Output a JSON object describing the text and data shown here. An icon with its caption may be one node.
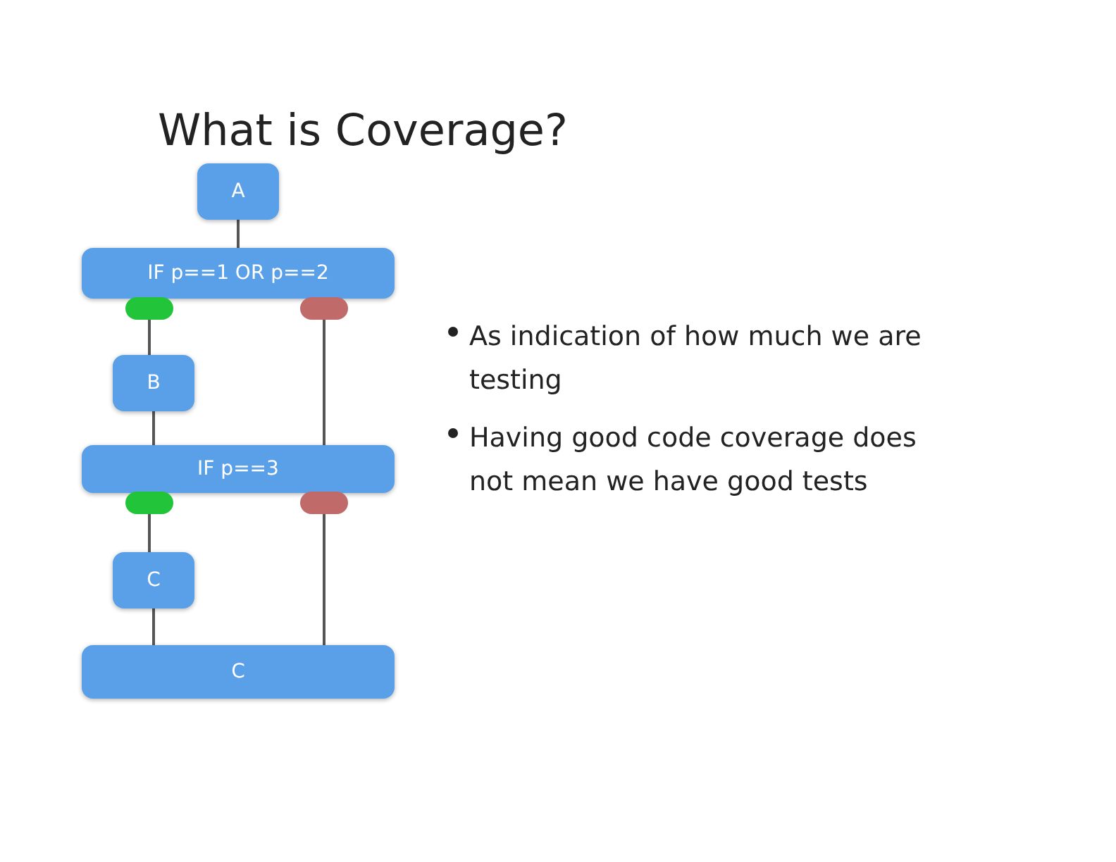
{
  "diagram": {
    "title": "What is Coverage?",
    "nodes": [
      {
        "text": [
          "A"
        ]
      },
      {
        "text": [
          "IF p==1 OR p==2"
        ]
      },
      {
        "text": [],
        "shape": "pill"
      },
      {
        "text": [],
        "shape": "pill"
      },
      {
        "text": [
          "B"
        ]
      },
      {
        "text": [
          "IF p==3"
        ]
      },
      {
        "text": [],
        "shape": "pill"
      },
      {
        "text": [],
        "shape": "pill"
      },
      {
        "text": [
          "C"
        ]
      },
      {
        "text": [
          "C"
        ]
      }
    ],
    "edges": [
      {
        "from": 0,
        "to": 1,
        "arrow": "none"
      },
      {
        "from": 2,
        "to": 4,
        "arrow": "none"
      },
      {
        "from": 4,
        "to": 5,
        "arrow": "none"
      },
      {
        "from": 3,
        "to": 5,
        "arrow": "none"
      },
      {
        "from": 6,
        "to": 8,
        "arrow": "none"
      },
      {
        "from": 8,
        "to": 9,
        "arrow": "none"
      },
      {
        "from": 7,
        "to": 9,
        "arrow": "none"
      }
    ],
    "labels": [
      "As indication of how much we are testing",
      "Having good code coverage does not mean we have good tests"
    ]
  }
}
